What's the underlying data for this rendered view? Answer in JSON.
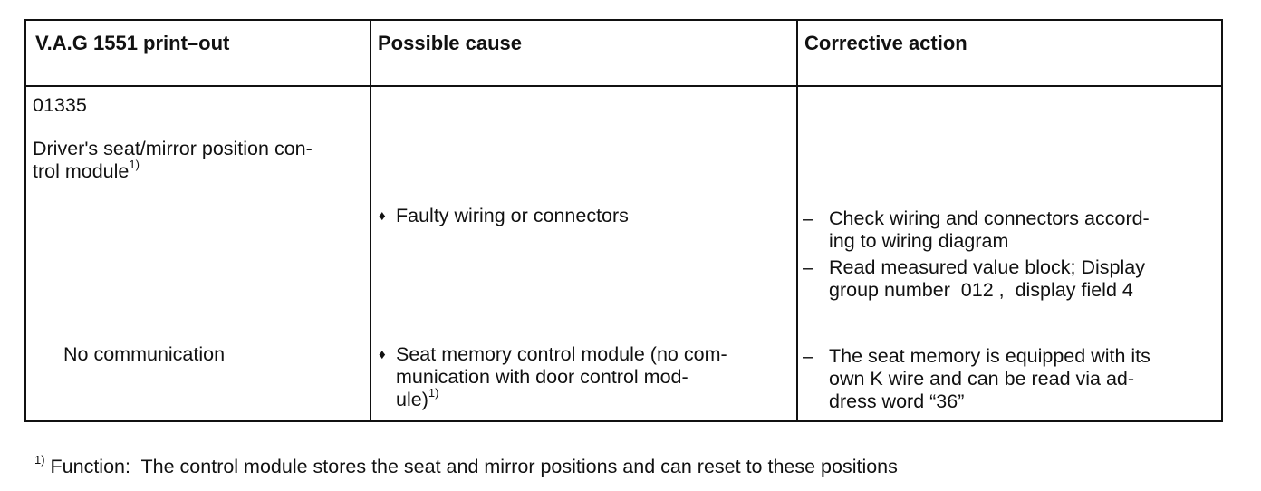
{
  "table": {
    "headers": {
      "printout": "V.A.G 1551 print–out",
      "cause": "Possible cause",
      "action": "Corrective action"
    },
    "fault_code": "01335",
    "component": {
      "line1": "Driver's seat/mirror position con-",
      "line2": "trol module",
      "footnote_ref": "1)"
    },
    "rows": [
      {
        "symptom": "",
        "cause": [
          "Faulty wiring or connectors"
        ],
        "actions": [
          [
            "Check wiring and connectors accord-",
            "ing to wiring diagram"
          ],
          [
            "Read measured value block; Display",
            "group number  012 ,  display field 4"
          ]
        ]
      },
      {
        "symptom": "No communication",
        "cause": [
          "Seat memory control module (no com-",
          "munication with door control mod-",
          "ule)"
        ],
        "cause_footnote_ref": "1)",
        "actions": [
          [
            "The seat memory is equipped with its",
            "own K wire and can be read via ad-",
            "dress word “36”"
          ]
        ]
      }
    ],
    "bullet_symbol": "♦",
    "dash_symbol": "–"
  },
  "footnote": {
    "ref": "1)",
    "text": " Function:  The control module stores the seat and mirror positions and can reset to these positions"
  }
}
